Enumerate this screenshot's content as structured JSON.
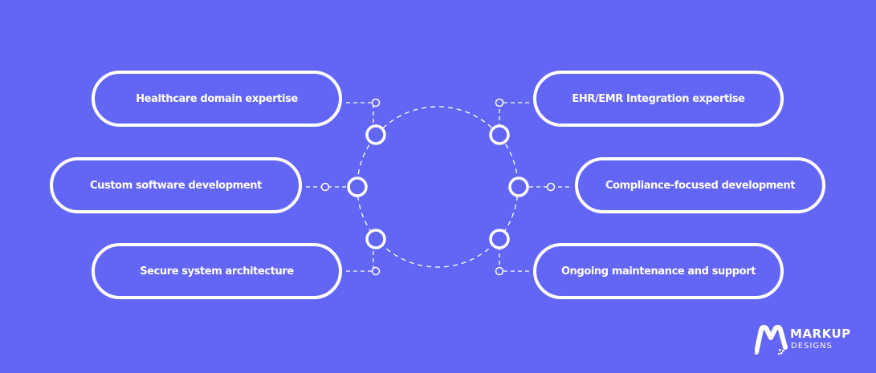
{
  "colors": {
    "background": "#6366F4",
    "foreground": "#FFFFFF"
  },
  "left_items": [
    {
      "label": "Healthcare domain expertise"
    },
    {
      "label": "Custom software development"
    },
    {
      "label": "Secure system architecture"
    }
  ],
  "right_items": [
    {
      "label": "EHR/EMR Integration expertise"
    },
    {
      "label": "Compliance-focused development"
    },
    {
      "label": "Ongoing maintenance and support"
    }
  ],
  "logo": {
    "word": "MARKUP",
    "sub": "DESIGNS"
  }
}
